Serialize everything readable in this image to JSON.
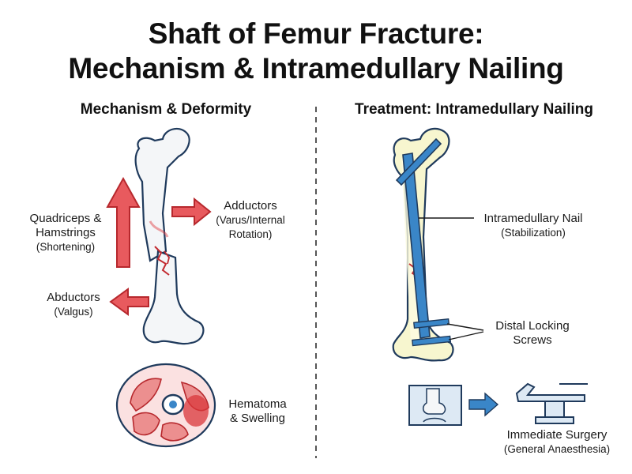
{
  "title": {
    "line1": "Shaft of Femur Fracture:",
    "line2": "Mechanism & Intramedullary Nailing"
  },
  "left": {
    "heading": "Mechanism & Deformity",
    "quadriceps": {
      "line1": "Quadriceps &",
      "line2": "Hamstrings",
      "line3": "(Shortening)"
    },
    "adductors": {
      "line1": "Adductors",
      "line2": "(Varus/Internal",
      "line3": "Rotation)"
    },
    "abductors": {
      "line1": "Abductors",
      "line2": "(Valgus)"
    },
    "hematoma": {
      "line1": "Hematoma",
      "line2": "& Swelling"
    }
  },
  "right": {
    "heading": "Treatment: Intramedullary Nailing",
    "nail": {
      "line1": "Intramedullary Nail",
      "line2": "(Stabilization)"
    },
    "screws": {
      "line1": "Distal Locking",
      "line2": "Screws"
    },
    "surgery": {
      "line1": "Immediate Surgery",
      "line2": "(General Anaesthesia)"
    }
  },
  "colors": {
    "arrow_red": "#e0474c",
    "bone_outline": "#1f3a5c",
    "nail_blue": "#3a86c8",
    "glow_yellow": "#f4f2b0"
  }
}
